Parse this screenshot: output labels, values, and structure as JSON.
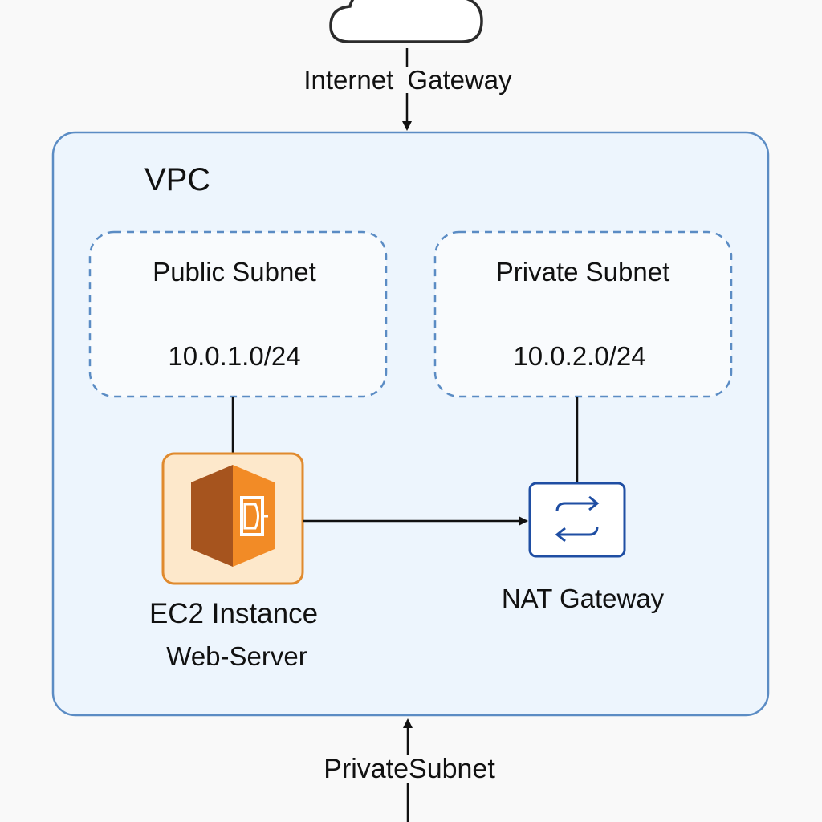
{
  "diagram": {
    "internet_gateway": {
      "label": "Internet  Gateway",
      "icon": "cloud-icon"
    },
    "vpc": {
      "label": "VPC",
      "fill": "#edf5fd",
      "border": "#5b8cc4"
    },
    "public_subnet": {
      "name": "Public Subnet",
      "cidr": "10.0.1.0/24"
    },
    "private_subnet": {
      "name": "Private Subnet",
      "cidr": "10.0.2.0/24"
    },
    "ec2": {
      "name": "EC2 Instance",
      "role": "Web-Server",
      "icon": "ec2-instance-icon",
      "accent": "#f28b26"
    },
    "nat_gateway": {
      "name": "NAT Gateway",
      "icon": "nat-gateway-icon",
      "accent": "#1f4ea3"
    },
    "bottom_label": "PrivateSubnet"
  }
}
